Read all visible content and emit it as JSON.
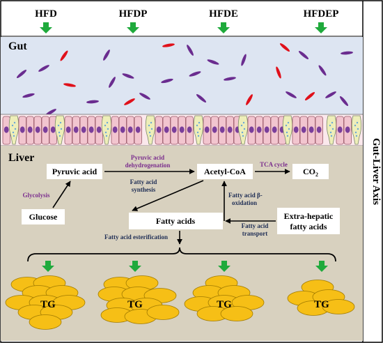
{
  "groups": [
    "HFD",
    "HFDP",
    "HFDE",
    "HFDEP"
  ],
  "axis_label": "Gut-Liver Axis",
  "gut_label": "Gut",
  "liver_label": "Liver",
  "nodes": {
    "pyruvic_acid": "Pyruvic acid",
    "acetyl_coa": "Acetyl-CoA",
    "co2": "CO",
    "co2_sub": "2",
    "glucose": "Glucose",
    "fatty_acids": "Fatty acids",
    "extra_hepatic_1": "Extra-hepatic",
    "extra_hepatic_2": "fatty acids"
  },
  "processes": {
    "pyruvic_dehydrogenation_1": "Pyruvic acid",
    "pyruvic_dehydrogenation_2": "dehydrogenation",
    "tca_cycle": "TCA cycle",
    "glycolysis": "Glycolysis",
    "fa_synthesis_1": "Fatty acid",
    "fa_synthesis_2": "synthesis",
    "fa_beta_oxidation_1": "Fatty acid β-",
    "fa_beta_oxidation_2": "oxidation",
    "fa_transport_1": "Fatty acid",
    "fa_transport_2": "transport",
    "fa_esterification": "Fatty acid esterification"
  },
  "tg_label": "TG",
  "colors": {
    "gut_bg": "#dde5f2",
    "liver_bg": "#d8d1bf",
    "cell_fill": "#f2c5cf",
    "goblet_fill": "#eeeeb9",
    "nucleus": "#7a3e9b",
    "bacteria_purple": "#6a2c8f",
    "bacteria_red": "#e0101a",
    "arrow_green": "#1faa3c",
    "tg_fill": "#f6bf16",
    "process_purple": "#7b2f8e",
    "process_navy": "#1f2e55"
  }
}
